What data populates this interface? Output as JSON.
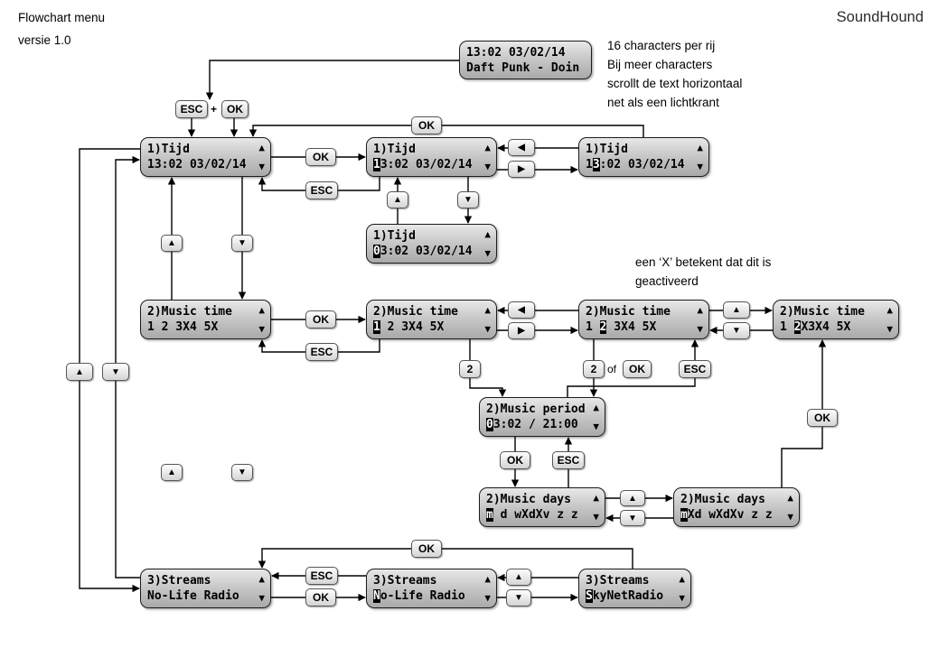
{
  "header": {
    "title": "Flowchart menu",
    "version": "versie 1.0",
    "brand": "SoundHound"
  },
  "notes": {
    "scroll": [
      "16 characters per rij",
      "Bij meer characters",
      "scrollt de text horizontaal",
      "net als een lichtkrant"
    ],
    "activated": [
      "een ‘X’ betekent dat dit is",
      "geactiveerd"
    ]
  },
  "buttons": {
    "esc": "ESC",
    "ok": "OK",
    "plus": "+",
    "two": "2",
    "or": "of",
    "up": "▲",
    "down": "▼",
    "left": "◀",
    "right": "▶"
  },
  "displays": {
    "now_playing": {
      "line1": "13:02 03/02/14",
      "line2_pre": "Daft Punk - Doin"
    },
    "tijd_main": {
      "line1": "1)Tijd",
      "line2_pre": "13:02 03/02/14"
    },
    "tijd_edit_c1": {
      "line1": "1)Tijd",
      "line2_pre": "",
      "line2_cur": "1",
      "line2_post": "3:02 03/02/14"
    },
    "tijd_edit_c2": {
      "line1": "1)Tijd",
      "line2_pre": "1",
      "line2_cur": "3",
      "line2_post": ":02 03/02/14"
    },
    "tijd_edit_changed": {
      "line1": "1)Tijd",
      "line2_pre": "",
      "line2_cur": "0",
      "line2_post": "3:02 03/02/14"
    },
    "music_main": {
      "line1": "2)Music time",
      "line2_pre": "1 2 3X4 5X"
    },
    "music_edit_c1": {
      "line1": "2)Music time",
      "line2_pre": "",
      "line2_cur": "1",
      "line2_post": " 2 3X4 5X"
    },
    "music_edit_c2": {
      "line1": "2)Music time",
      "line2_pre": "1 ",
      "line2_cur": "2",
      "line2_post": " 3X4 5X"
    },
    "music_edit_activated": {
      "line1": "2)Music time",
      "line2_pre": "1 ",
      "line2_cur": "2",
      "line2_post": "X3X4 5X"
    },
    "music_period": {
      "line1": "2)Music period",
      "line2_pre": "",
      "line2_cur": "0",
      "line2_post": "3:02 / 21:00"
    },
    "music_days": {
      "line1": "2)Music days",
      "line2_pre": "",
      "line2_cur": "m",
      "line2_post": " d wXdXv z z"
    },
    "music_days_activated": {
      "line1": "2)Music days",
      "line2_pre": "",
      "line2_cur": "m",
      "line2_post": "Xd wXdXv z z"
    },
    "streams_main": {
      "line1": "3)Streams",
      "line2_pre": "No-Life Radio"
    },
    "streams_edit": {
      "line1": "3)Streams",
      "line2_pre": "",
      "line2_cur": "N",
      "line2_post": "o-Life Radio"
    },
    "streams_alt": {
      "line1": "3)Streams",
      "line2_pre": "",
      "line2_cur": "S",
      "line2_post": "kyNetRadio"
    }
  }
}
